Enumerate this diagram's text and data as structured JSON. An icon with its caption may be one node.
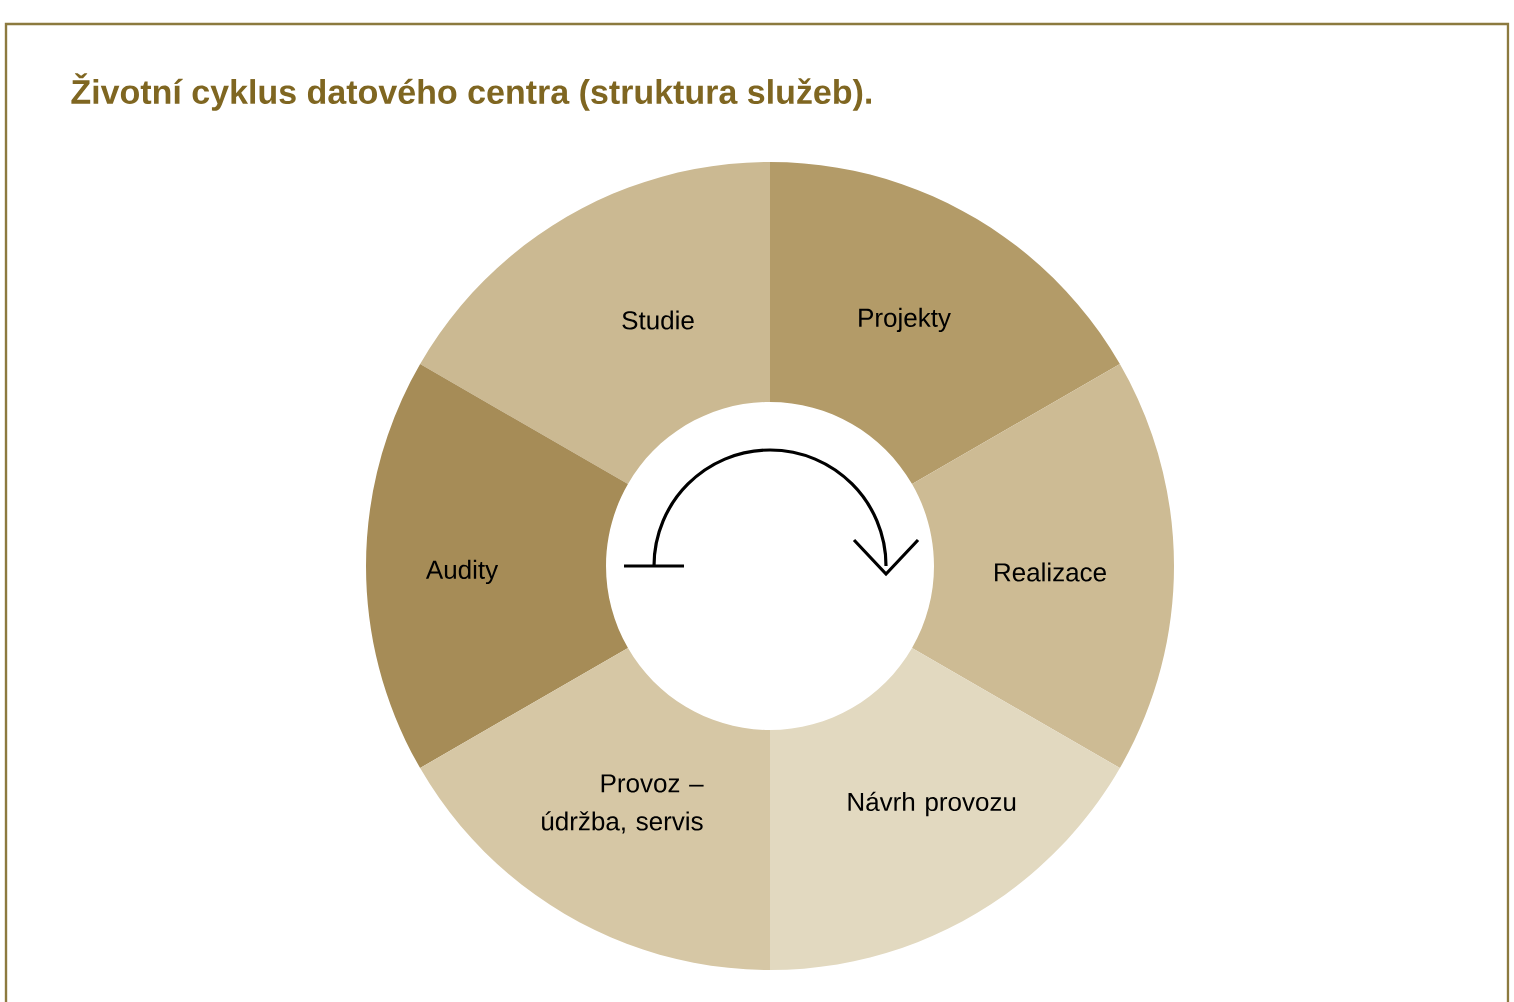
{
  "diagram": {
    "title": "Životní cyklus datového centra (struktura služeb).",
    "nodes": [
      {
        "text": [
          "Studie"
        ]
      },
      {
        "text": [
          "Projekty"
        ]
      },
      {
        "text": [
          "Audity"
        ]
      },
      {
        "text": [
          "Realizace"
        ]
      },
      {
        "text": [
          "Provoz – údržba, servis"
        ]
      },
      {
        "text": [
          "Návrh provozu"
        ]
      }
    ]
  }
}
